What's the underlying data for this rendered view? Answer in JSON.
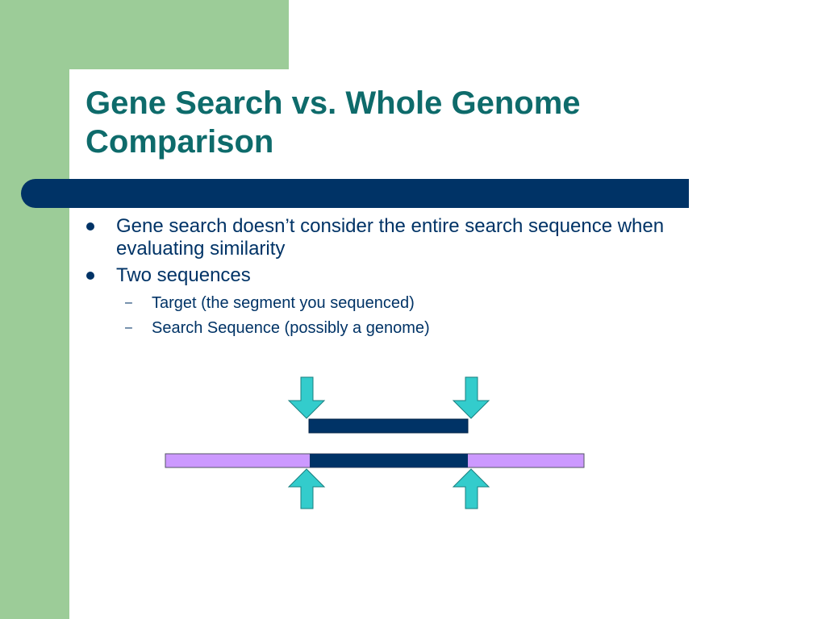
{
  "slide": {
    "title": "Gene Search vs. Whole Genome Comparison",
    "bullets": [
      {
        "text": "Gene search doesn’t consider the entire search sequence when evaluating similarity",
        "subitems": []
      },
      {
        "text": "Two sequences",
        "subitems": [
          "Target (the segment you sequenced)",
          "Search Sequence (possibly a genome)"
        ]
      }
    ]
  },
  "colors": {
    "title": "#0e6b6b",
    "text": "#003366",
    "sidebar_green": "#9ccc98",
    "segment_navy": "#003366",
    "genome_lavender": "#cc99ff",
    "arrow_teal": "#33cccc"
  },
  "diagram": {
    "icons": [
      "arrow-down-icon",
      "arrow-down-icon",
      "arrow-up-icon",
      "arrow-up-icon"
    ]
  }
}
